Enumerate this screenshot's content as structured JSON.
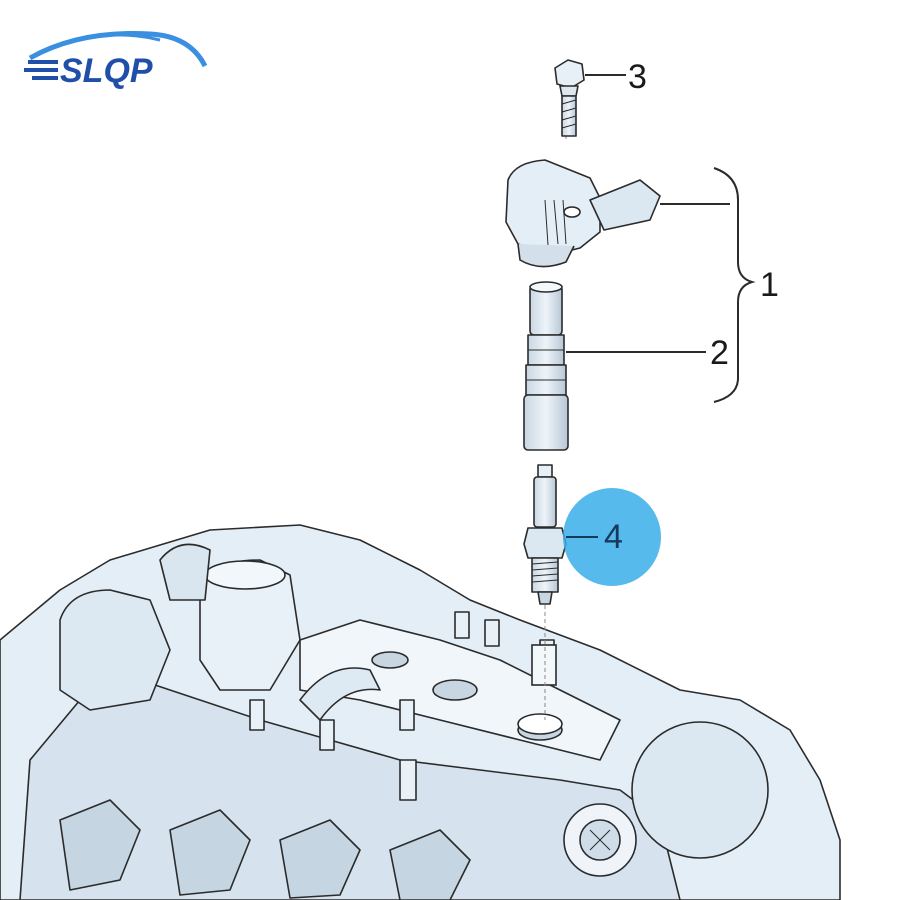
{
  "logo": {
    "text": "SLQP",
    "color": "#1f4fa8",
    "accent": "#3a8fe0"
  },
  "callouts": {
    "c1": "1",
    "c2": "2",
    "c3": "3",
    "c4": "4"
  },
  "colors": {
    "part_fill": "#e4eef6",
    "part_shadow": "#b9c9d7",
    "line": "#2b2b2b",
    "highlight": "#3aaeea"
  },
  "parts": [
    {
      "id": "bolt",
      "icon": "bolt-icon"
    },
    {
      "id": "ignition-coil",
      "icon": "ignition-coil-icon"
    },
    {
      "id": "coil-connector-rod",
      "icon": "connector-rod-icon"
    },
    {
      "id": "spark-plug",
      "icon": "spark-plug-icon"
    },
    {
      "id": "cylinder-head",
      "icon": "engine-head-icon"
    }
  ]
}
